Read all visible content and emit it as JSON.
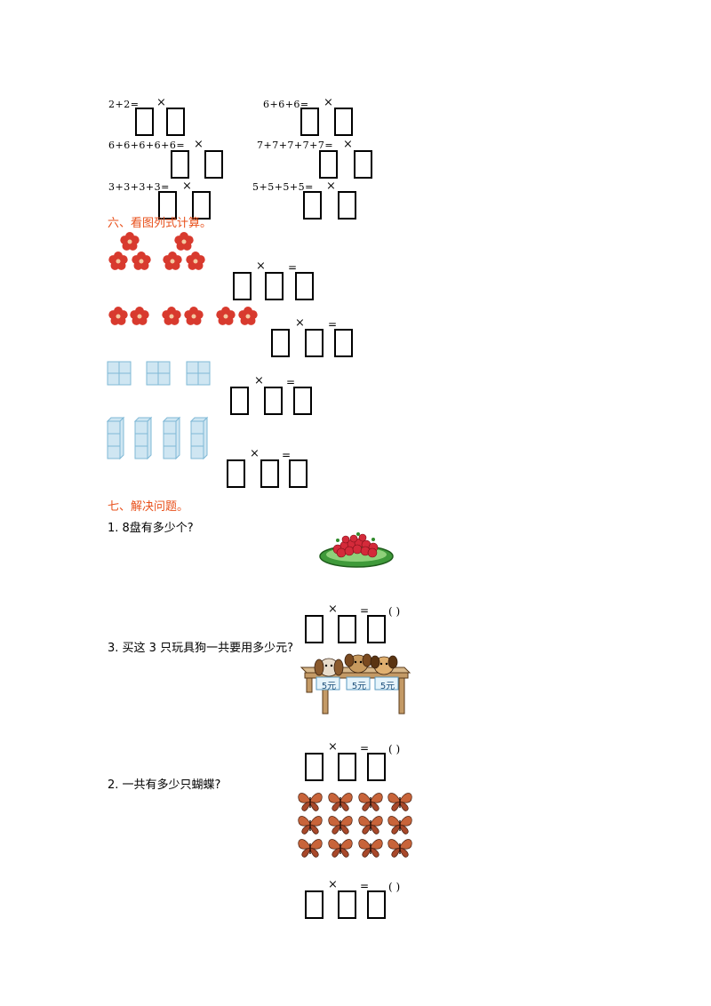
{
  "part5": {
    "expressions": [
      "2+2=",
      "6+6+6=",
      "6+6+6+6+6=",
      "7+7+7+7+7=",
      "3+3+3+3=",
      "5+5+5+5="
    ]
  },
  "symbols": {
    "times": "×",
    "equals": "=",
    "paren": "( )"
  },
  "part6": {
    "heading": "六、看图列式计算。"
  },
  "part7": {
    "heading": "七、解决问题。",
    "q1": "1. 8盘有多少个?",
    "q3": "3. 买这 3 只玩具狗一共要用多少元?",
    "q2": "2. 一共有多少只蝴蝶?",
    "price_tags": [
      "5元",
      "5元",
      "5元"
    ]
  },
  "colors": {
    "heading": "#e8501b",
    "flower": "#d83a2e",
    "block": "#cfe6f2",
    "plate": "#3f9a3a",
    "berry": "#d42a3a",
    "butterfly": "#c8643a"
  }
}
